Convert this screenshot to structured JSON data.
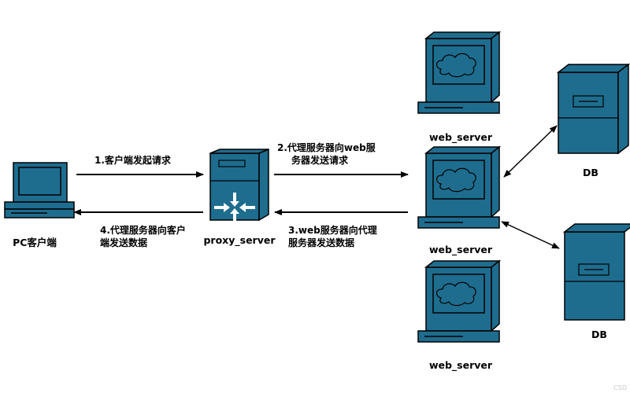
{
  "colors": {
    "device_fill": "#1e6d8f",
    "device_stroke": "#000000",
    "screen_fill": "#1e6d8f",
    "arrow": "#000000",
    "background": "#ffffff"
  },
  "nodes": {
    "pc": {
      "label": "PC客户端",
      "icon": "desktop-computer-icon"
    },
    "proxy": {
      "label": "proxy_server",
      "icon": "proxy-server-icon"
    },
    "web_top": {
      "label": "web_server",
      "icon": "web-server-monitor-icon"
    },
    "web_mid": {
      "label": "web_server",
      "icon": "web-server-monitor-icon"
    },
    "web_bottom": {
      "label": "web_server",
      "icon": "web-server-monitor-icon"
    },
    "db_top": {
      "label": "DB",
      "icon": "database-server-icon"
    },
    "db_bottom": {
      "label": "DB",
      "icon": "database-server-icon"
    }
  },
  "edges": {
    "step1": {
      "line1": "1.客户端发起请求",
      "line2": ""
    },
    "step2": {
      "line1": "2.代理服务器向web服",
      "line2": "务器发送请求"
    },
    "step3": {
      "line1": "3.web服务器向代理",
      "line2": "服务器发送数据"
    },
    "step4": {
      "line1": "4.代理服务器向客户",
      "line2": "端发送数据"
    }
  },
  "watermark": "CSD"
}
